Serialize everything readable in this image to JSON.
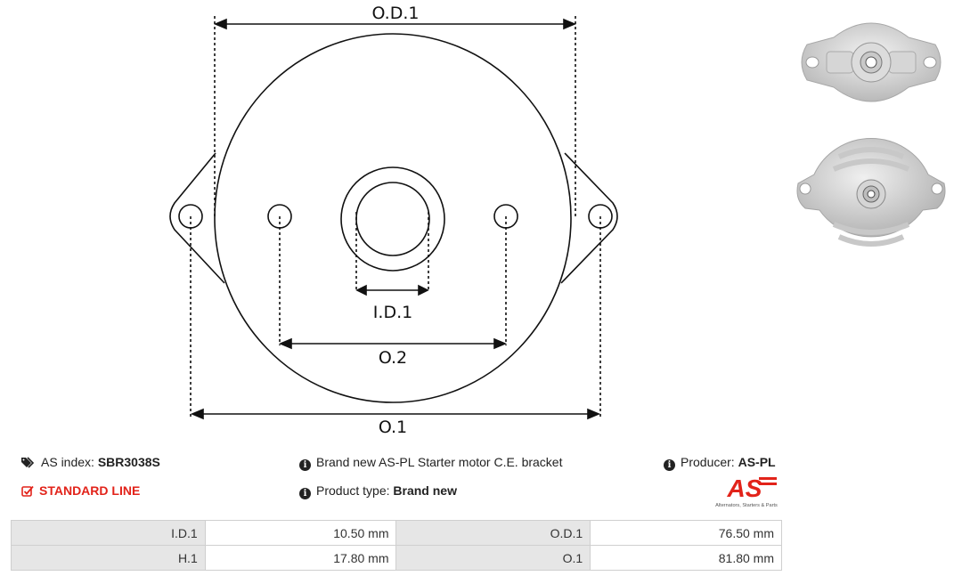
{
  "drawing": {
    "od1_label": "O.D.1",
    "id1_label": "I.D.1",
    "o2_label": "O.2",
    "o1_label": "O.1"
  },
  "info": {
    "as_index_label": "AS index:",
    "as_index_value": "SBR3038S",
    "standard_line": "STANDARD LINE",
    "description": "Brand new AS-PL Starter motor C.E. bracket",
    "product_type_label": "Product type:",
    "product_type_value": "Brand new",
    "producer_label": "Producer:",
    "producer_value": "AS-PL"
  },
  "logo": {
    "text": "AS",
    "tagline": "Alternators, Starters & Parts"
  },
  "specs": [
    {
      "label1": "I.D.1",
      "value1": "10.50 mm",
      "label2": "O.D.1",
      "value2": "76.50 mm"
    },
    {
      "label1": "H.1",
      "value1": "17.80 mm",
      "label2": "O.1",
      "value2": "81.80 mm"
    }
  ],
  "colors": {
    "accent_red": "#e2231a",
    "table_label_bg": "#e6e6e6",
    "line": "#111111"
  }
}
